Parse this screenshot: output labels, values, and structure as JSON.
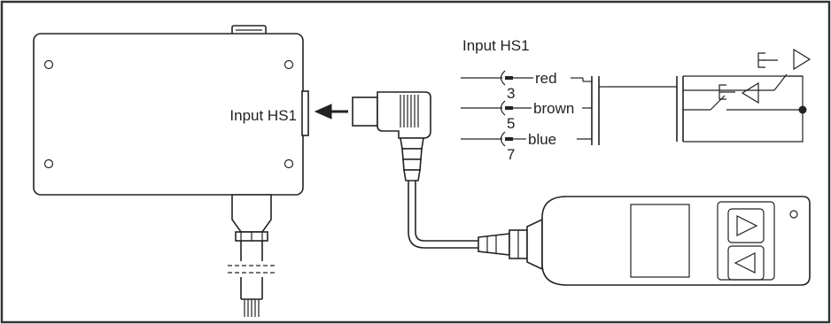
{
  "control_box": {
    "input_label": "Input HS1"
  },
  "wiring": {
    "title": "Input HS1",
    "wires": [
      {
        "color": "red",
        "pin": "3"
      },
      {
        "color": "brown",
        "pin": "5"
      },
      {
        "color": "blue",
        "pin": "7"
      }
    ]
  }
}
